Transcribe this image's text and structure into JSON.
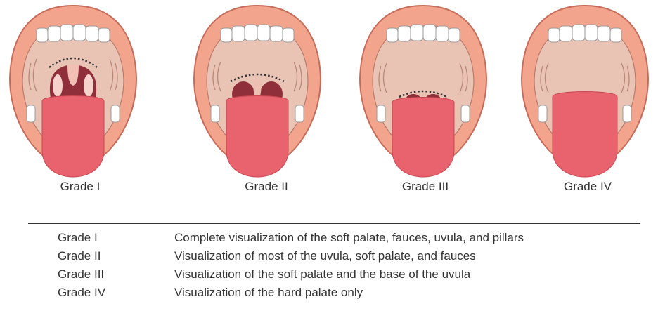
{
  "grades": [
    {
      "label": "Grade I"
    },
    {
      "label": "Grade II"
    },
    {
      "label": "Grade III"
    },
    {
      "label": "Grade IV"
    }
  ],
  "table": {
    "rows": [
      {
        "grade": "Grade I",
        "description": "Complete visualization of the soft palate, fauces, uvula, and pillars"
      },
      {
        "grade": "Grade II",
        "description": "Visualization of most of the uvula, soft palate, and fauces"
      },
      {
        "grade": "Grade III",
        "description": "Visualization of the soft palate and the base of the uvula"
      },
      {
        "grade": "Grade IV",
        "description": "Visualization of the hard palate only"
      }
    ]
  },
  "colors": {
    "lips": "#f0a08a",
    "lip_outline": "#c76b5a",
    "mouth_interior": "#e9c3b4",
    "throat": "#8e2f3a",
    "tongue": "#e8636d",
    "teeth": "#ffffff",
    "text": "#333333"
  }
}
